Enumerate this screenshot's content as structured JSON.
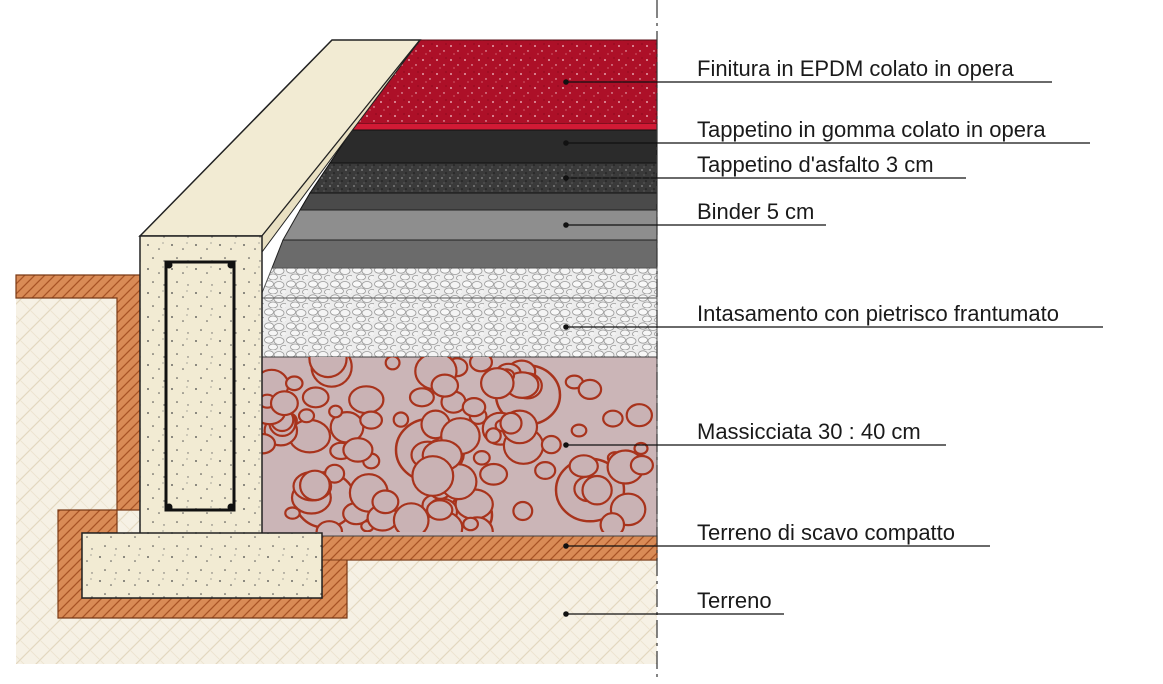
{
  "diagram": {
    "labels": [
      {
        "id": "epdm",
        "text": "Finitura in EPDM colato in opera"
      },
      {
        "id": "gomma",
        "text": "Tappetino in gomma colato in opera"
      },
      {
        "id": "asfalto",
        "text": "Tappetino d'asfalto 3 cm"
      },
      {
        "id": "binder",
        "text": "Binder 5 cm"
      },
      {
        "id": "intasamento",
        "text": "Intasamento con pietrisco frantumato"
      },
      {
        "id": "massicciata",
        "text": "Massicciata 30 : 40 cm"
      },
      {
        "id": "scavo",
        "text": "Terreno di scavo compatto"
      },
      {
        "id": "terreno",
        "text": "Terreno"
      }
    ],
    "colors": {
      "epdm": "#b0112a",
      "gomma": "#2a2a2a",
      "asfalto": "#3c3c3c",
      "binder": "#8f8f8f",
      "intasamento": "#e6e6e6",
      "massicciata": "#c9b2b4",
      "stone_outline": "#a8331c",
      "scavo": "#d88a55",
      "terreno": "#f5efe2",
      "concrete": "#f1ead2"
    }
  }
}
